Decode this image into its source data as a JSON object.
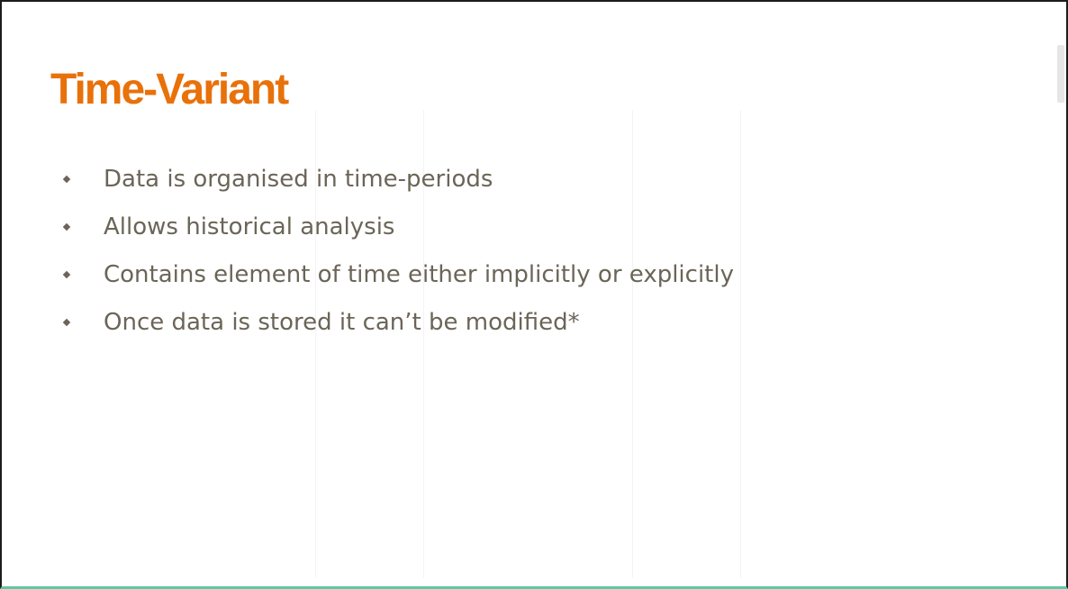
{
  "slide": {
    "title": "Time-Variant",
    "bullets": [
      {
        "text": "Data is organised in time-periods"
      },
      {
        "text": "Allows historical analysis"
      },
      {
        "text": "Contains element of time either implicitly or explicitly"
      },
      {
        "text": "Once data is stored it can’t be modified*"
      }
    ],
    "colors": {
      "title": "#e8710a",
      "body_text": "#6b6558",
      "bottom_accent": "#5cc9a4"
    }
  }
}
